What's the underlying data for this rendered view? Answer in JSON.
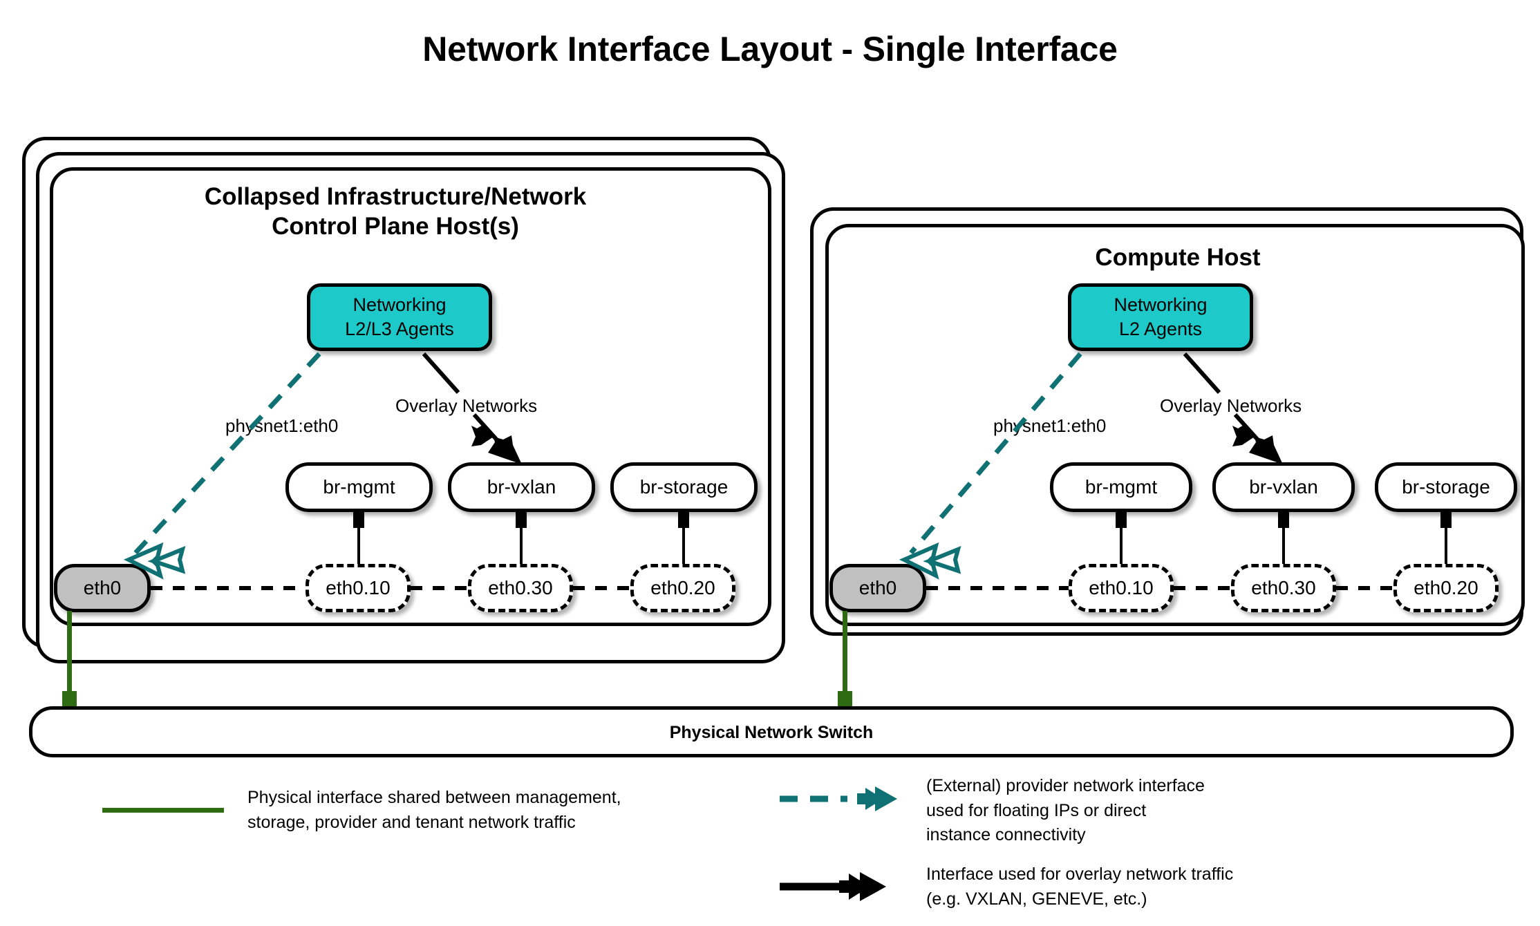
{
  "title": "Network Interface Layout - Single Interface",
  "colors": {
    "agent_fill": "#1ec9c9",
    "phys_iface_fill": "#c0c0c0",
    "provider_teal": "#0f7173",
    "physical_green": "#2e6b12",
    "stroke": "#000000",
    "background": "#ffffff"
  },
  "hosts": [
    {
      "id": "control-plane-host",
      "title": "Collapsed Infrastructure/Network\nControl Plane Host(s)",
      "stack_count": 3,
      "agents": {
        "label": "Networking\nL2/L3 Agents"
      },
      "provider_edge_label": "physnet1:eth0",
      "overlay_edge_label": "Overlay Networks",
      "physical_interface": "eth0",
      "bridges": [
        {
          "bridge": "br-mgmt",
          "vlan": "eth0.10"
        },
        {
          "bridge": "br-vxlan",
          "vlan": "eth0.30"
        },
        {
          "bridge": "br-storage",
          "vlan": "eth0.20"
        }
      ]
    },
    {
      "id": "compute-host",
      "title": "Compute Host",
      "stack_count": 2,
      "agents": {
        "label": "Networking\nL2 Agents"
      },
      "provider_edge_label": "physnet1:eth0",
      "overlay_edge_label": "Overlay Networks",
      "physical_interface": "eth0",
      "bridges": [
        {
          "bridge": "br-mgmt",
          "vlan": "eth0.10"
        },
        {
          "bridge": "br-vxlan",
          "vlan": "eth0.30"
        },
        {
          "bridge": "br-storage",
          "vlan": "eth0.20"
        }
      ]
    }
  ],
  "switch": {
    "label": "Physical Network Switch"
  },
  "legend": [
    {
      "id": "physical-interface",
      "marker": "solid-green-line",
      "text": "Physical interface shared between management,\nstorage, provider and tenant network traffic"
    },
    {
      "id": "provider-network-interface",
      "marker": "dashed-teal-double-arrow",
      "text": "(External) provider network interface\nused for floating IPs or direct\ninstance connectivity"
    },
    {
      "id": "overlay-network-interface",
      "marker": "solid-black-double-arrow",
      "text": "Interface used for overlay network traffic\n(e.g. VXLAN, GENEVE, etc.)"
    }
  ]
}
